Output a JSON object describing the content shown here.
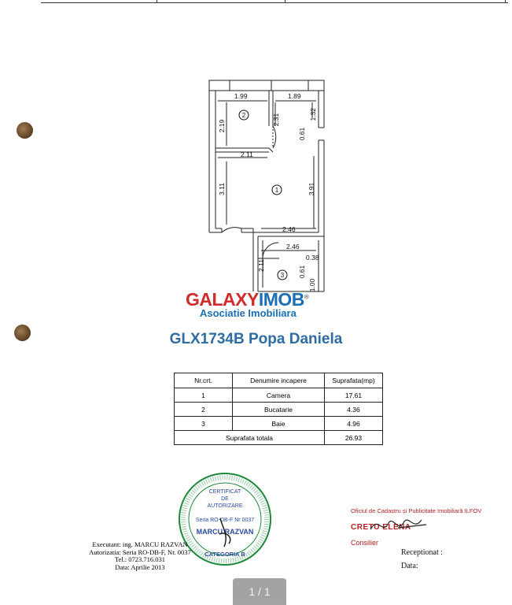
{
  "floor_plan": {
    "dimensions": [
      "1.99",
      "1.89",
      "1.32",
      "2.19",
      "2.31",
      "0.61",
      "2.11",
      "3.11",
      "3.91",
      "2.46",
      "2.46",
      "0.38",
      "2.11",
      "0.61",
      "1.00"
    ],
    "room_numbers": [
      "1",
      "2",
      "3"
    ]
  },
  "logo": {
    "part1": "GALAXY",
    "part2": "IMOB",
    "mark": "®",
    "subtitle": "Asociatie Imobiliara"
  },
  "listing_title": "GLX1734B Popa Daniela",
  "rooms_table": {
    "headers": [
      "Nr.crt.",
      "Denumire incapere",
      "Suprafata(mp)"
    ],
    "rows": [
      [
        "1",
        "Camera",
        "17.61"
      ],
      [
        "2",
        "Bucatarie",
        "4.36"
      ],
      [
        "3",
        "Baie",
        "4.96"
      ]
    ],
    "total_label": "Suprafata totala",
    "total_value": "26.93"
  },
  "stamp": {
    "line1": "CERTIFICAT",
    "line2": "DE",
    "line3": "AUTORIZARE",
    "series": "Seria RO-DB-F Nr 0037",
    "name": "MARCU RAZVAN",
    "category": "CATEGORIA B"
  },
  "executant": {
    "line1": "Executant: ing. MARCU RAZVAN",
    "line2": "Autorizatia: Seria RO-DB-F, Nr. 0037",
    "line3": "Tel.: 0723.716.031",
    "line4": "Data:  Aprilie 2013"
  },
  "office": {
    "title": "Oficiul de Cadastru și Publicitate Imobiliară ILFOV",
    "name": "CRETU ELENA",
    "role": "Consilier"
  },
  "reception": {
    "received": "Receptionat :",
    "date": "Data:"
  },
  "pager": "1 / 1"
}
